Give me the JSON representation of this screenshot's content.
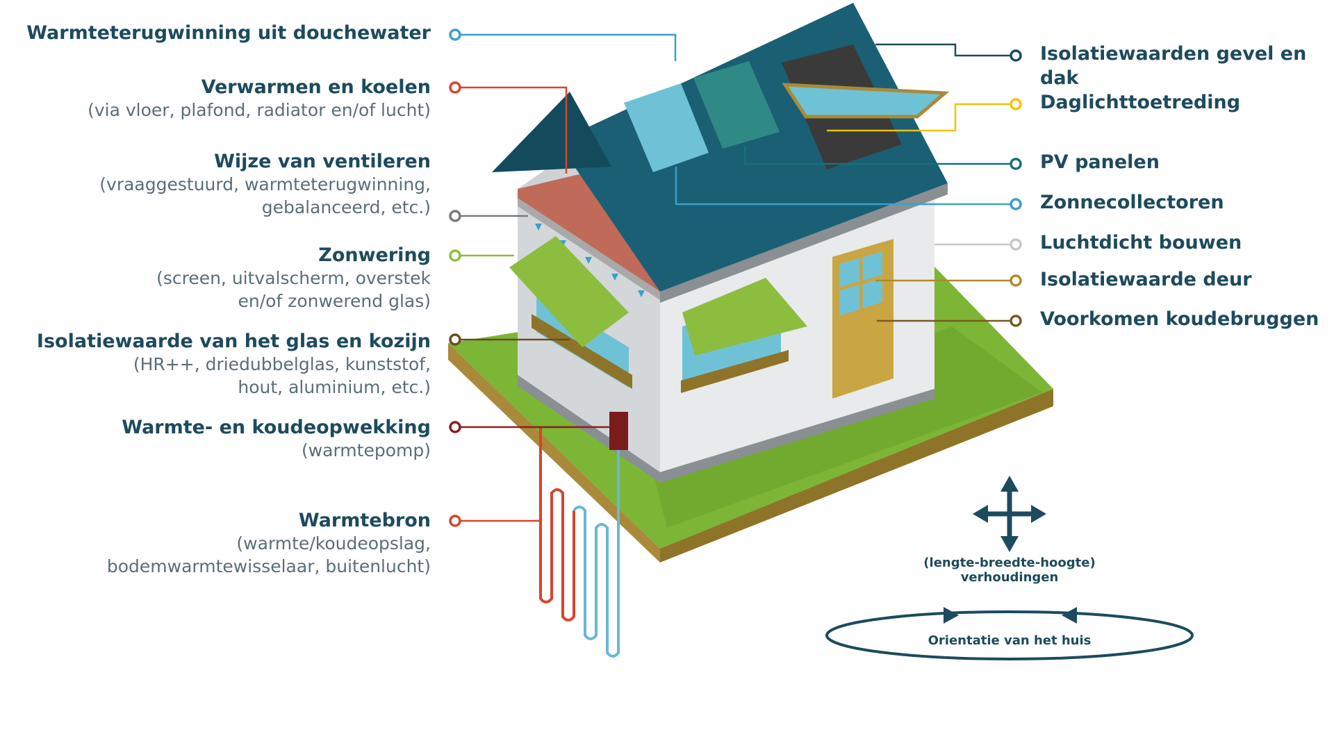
{
  "labels_left": [
    {
      "title": "Warmteterugwinning uit douchewater",
      "sub": ""
    },
    {
      "title": "Verwarmen en koelen",
      "sub": "(via vloer, plafond, radiator en/of lucht)"
    },
    {
      "title": "Wijze van ventileren",
      "sub1": "(vraaggestuurd, warmteterugwinning,",
      "sub2": "gebalanceerd, etc.)"
    },
    {
      "title": "Zonwering",
      "sub1": "(screen, uitvalscherm, overstek",
      "sub2": "en/of zonwerend glas)"
    },
    {
      "title": "Isolatiewaarde van het glas en kozijn",
      "sub1": "(HR++, driedubbelglas, kunststof,",
      "sub2": "hout, aluminium, etc.)"
    },
    {
      "title": "Warmte- en koudeopwekking",
      "sub": "(warmtepomp)"
    },
    {
      "title": "Warmtebron",
      "sub1": "(warmte/koudeopslag,",
      "sub2": "bodemwarmtewisselaar, buitenlucht)"
    }
  ],
  "labels_right": [
    "Isolatiewaarden gevel en dak",
    "Daglichttoetreding",
    "PV panelen",
    "Zonnecollectoren",
    "Luchtdicht bouwen",
    "Isolatiewaarde deur",
    "Voorkomen koudebruggen"
  ],
  "dimensions": {
    "line1": "(lengte-breedte-hoogte)",
    "line2": "verhoudingen"
  },
  "orientation": "Orientatie van het huis",
  "colors": {
    "roof": "#1b5f74",
    "wall": "#e4e6e8",
    "grass": "#7db536",
    "soil": "#a98a3a",
    "tiles": "#c06a5a",
    "awning": "#8cbd3f",
    "glass": "#6fc2d6",
    "door": "#c9a544",
    "heat_red": "#d9432e",
    "cold_blue": "#6ab7d8",
    "text_dark": "#1d4a5e"
  }
}
